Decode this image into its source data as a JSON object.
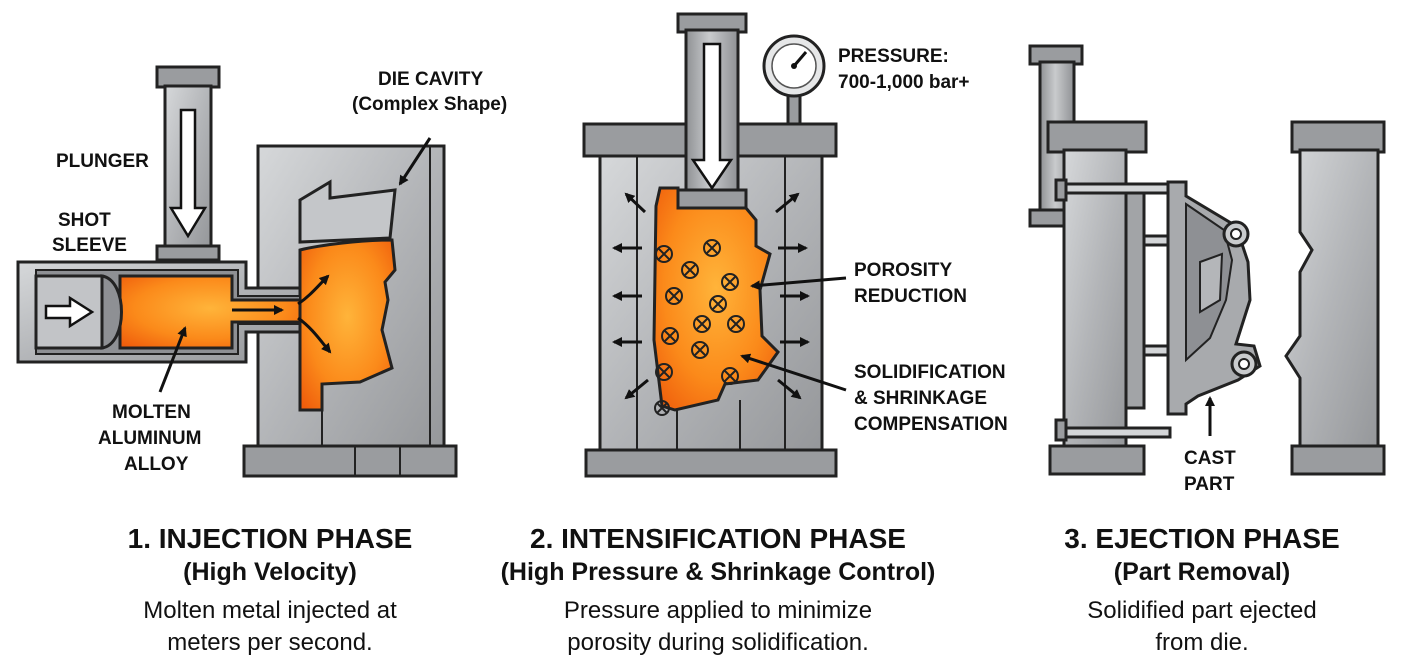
{
  "phase1": {
    "labels": {
      "plunger": "PLUNGER",
      "shot_sleeve_1": "SHOT",
      "shot_sleeve_2": "SLEEVE",
      "die_cavity_1": "DIE CAVITY",
      "die_cavity_2": "(Complex Shape)",
      "molten_1": "MOLTEN",
      "molten_2": "ALUMINUM",
      "molten_3": "ALLOY"
    },
    "title": "1. INJECTION PHASE",
    "subtitle": "(High Velocity)",
    "desc_1": "Molten metal injected at",
    "desc_2": "meters per second."
  },
  "phase2": {
    "labels": {
      "pressure_1": "PRESSURE:",
      "pressure_2": "700-1,000 bar+",
      "porosity_1": "POROSITY",
      "porosity_2": "REDUCTION",
      "solid_1": "SOLIDIFICATION",
      "solid_2": "& SHRINKAGE",
      "solid_3": "COMPENSATION"
    },
    "title": "2. INTENSIFICATION PHASE",
    "subtitle": "(High Pressure & Shrinkage Control)",
    "desc_1": "Pressure applied to minimize",
    "desc_2": "porosity during solidification."
  },
  "phase3": {
    "labels": {
      "cast_1": "CAST",
      "cast_2": "PART"
    },
    "title": "3. EJECTION PHASE",
    "subtitle": "(Part Removal)",
    "desc_1": "Solidified part ejected",
    "desc_2": "from die."
  },
  "colors": {
    "steel": "#b9bbbe",
    "steel_dark": "#8e9094",
    "molten_light": "#ffb020",
    "molten_dark": "#f05a0a",
    "outline": "#222222"
  }
}
